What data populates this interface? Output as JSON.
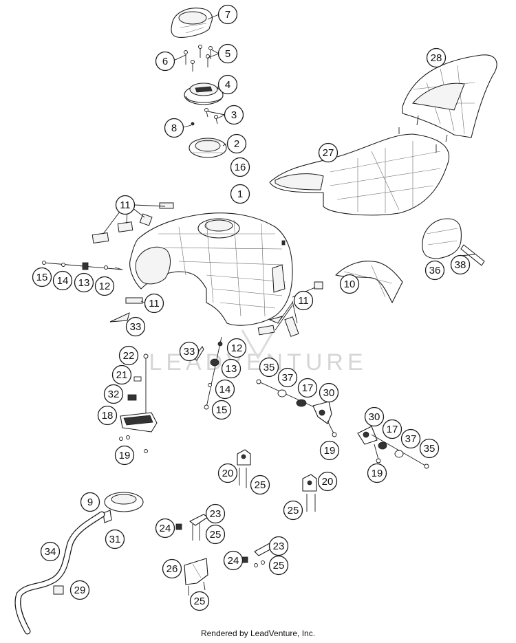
{
  "diagram": {
    "callouts": [
      {
        "id": "c7a",
        "label": "7"
      },
      {
        "id": "c5a",
        "label": "5"
      },
      {
        "id": "c6a",
        "label": "6"
      },
      {
        "id": "c4a",
        "label": "4"
      },
      {
        "id": "c3a",
        "label": "3"
      },
      {
        "id": "c8a",
        "label": "8"
      },
      {
        "id": "c2a",
        "label": "2"
      },
      {
        "id": "c16a",
        "label": "16"
      },
      {
        "id": "c1a",
        "label": "1"
      },
      {
        "id": "c28a",
        "label": "28"
      },
      {
        "id": "c27a",
        "label": "27"
      },
      {
        "id": "c11a",
        "label": "11"
      },
      {
        "id": "c11b",
        "label": "11"
      },
      {
        "id": "c11c",
        "label": "11"
      },
      {
        "id": "c15a",
        "label": "15"
      },
      {
        "id": "c14a",
        "label": "14"
      },
      {
        "id": "c13a",
        "label": "13"
      },
      {
        "id": "c12a",
        "label": "12"
      },
      {
        "id": "c33a",
        "label": "33"
      },
      {
        "id": "c10a",
        "label": "10"
      },
      {
        "id": "c36a",
        "label": "36"
      },
      {
        "id": "c38a",
        "label": "38"
      },
      {
        "id": "c22a",
        "label": "22"
      },
      {
        "id": "c21a",
        "label": "21"
      },
      {
        "id": "c32a",
        "label": "32"
      },
      {
        "id": "c18a",
        "label": "18"
      },
      {
        "id": "c19a",
        "label": "19"
      },
      {
        "id": "c33b",
        "label": "33"
      },
      {
        "id": "c12b",
        "label": "12"
      },
      {
        "id": "c13b",
        "label": "13"
      },
      {
        "id": "c14b",
        "label": "14"
      },
      {
        "id": "c15b",
        "label": "15"
      },
      {
        "id": "c35a",
        "label": "35"
      },
      {
        "id": "c37a",
        "label": "37"
      },
      {
        "id": "c17a",
        "label": "17"
      },
      {
        "id": "c30a",
        "label": "30"
      },
      {
        "id": "c19b",
        "label": "19"
      },
      {
        "id": "c30b",
        "label": "30"
      },
      {
        "id": "c17b",
        "label": "17"
      },
      {
        "id": "c37b",
        "label": "37"
      },
      {
        "id": "c35b",
        "label": "35"
      },
      {
        "id": "c19c",
        "label": "19"
      },
      {
        "id": "c20a",
        "label": "20"
      },
      {
        "id": "c25a",
        "label": "25"
      },
      {
        "id": "c20b",
        "label": "20"
      },
      {
        "id": "c25b",
        "label": "25"
      },
      {
        "id": "c9a",
        "label": "9"
      },
      {
        "id": "c31a",
        "label": "31"
      },
      {
        "id": "c34a",
        "label": "34"
      },
      {
        "id": "c23a",
        "label": "23"
      },
      {
        "id": "c24a",
        "label": "24"
      },
      {
        "id": "c25c",
        "label": "25"
      },
      {
        "id": "c23b",
        "label": "23"
      },
      {
        "id": "c24b",
        "label": "24"
      },
      {
        "id": "c25d",
        "label": "25"
      },
      {
        "id": "c26a",
        "label": "26"
      },
      {
        "id": "c25e",
        "label": "25"
      },
      {
        "id": "c29a",
        "label": "29"
      }
    ],
    "watermark": "LEADVENTURE"
  },
  "footer": {
    "credit": "Rendered by LeadVenture, Inc."
  }
}
